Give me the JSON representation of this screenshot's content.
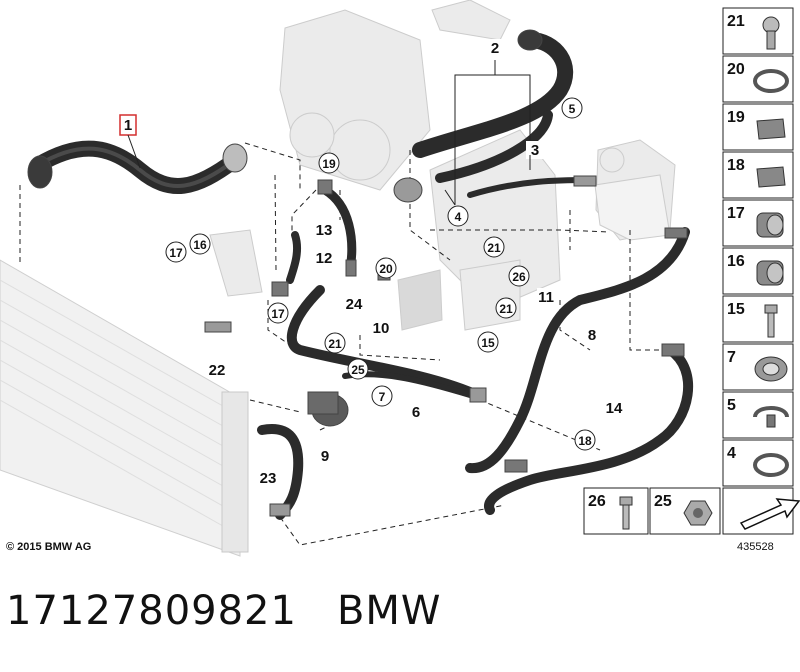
{
  "diagram": {
    "callouts": [
      "1",
      "2",
      "3",
      "4",
      "5",
      "6",
      "7",
      "8",
      "9",
      "10",
      "11",
      "12",
      "13",
      "14",
      "15",
      "16",
      "17",
      "17",
      "18",
      "19",
      "20",
      "21",
      "21",
      "21",
      "22",
      "23",
      "24",
      "25",
      "26"
    ],
    "highlighted_callout": "1",
    "highlight_color": "#d32f2f",
    "legend": [
      {
        "no": "21",
        "icon": "screw-icon"
      },
      {
        "no": "20",
        "icon": "clamp-icon"
      },
      {
        "no": "19",
        "icon": "clip-icon"
      },
      {
        "no": "18",
        "icon": "bracket-clip-icon"
      },
      {
        "no": "17",
        "icon": "connector-icon"
      },
      {
        "no": "16",
        "icon": "connector-icon"
      },
      {
        "no": "15",
        "icon": "bolt-icon"
      },
      {
        "no": "7",
        "icon": "sleeve-icon"
      },
      {
        "no": "5",
        "icon": "spring-clamp-icon"
      },
      {
        "no": "4",
        "icon": "hose-clamp-icon"
      },
      {
        "no": "26",
        "icon": "bolt-icon"
      },
      {
        "no": "25",
        "icon": "nut-icon"
      },
      {
        "no": "",
        "icon": "arrow-icon"
      }
    ],
    "copyright": "© 2015 BMW AG",
    "doc_id": "435528"
  },
  "part_number": "17127809821",
  "brand": "BMW"
}
